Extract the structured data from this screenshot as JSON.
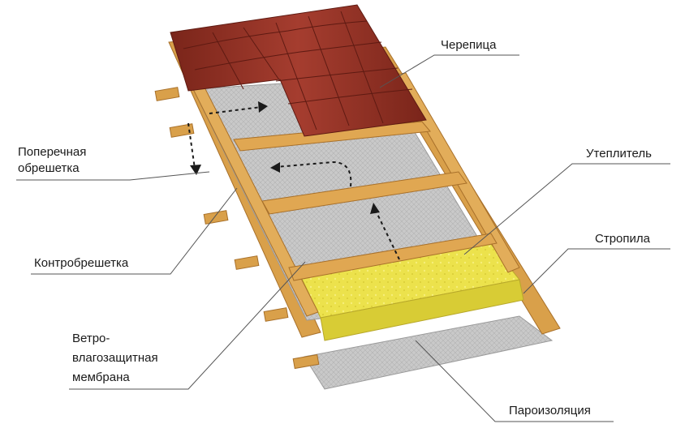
{
  "labels": {
    "tiles": "Черепица",
    "cross_batten_line1": "Поперечная",
    "cross_batten_line2": "обрешетка",
    "insulation": "Утеплитель",
    "rafters": "Стропила",
    "counter_batten": "Контробрешетка",
    "membrane_line1": "Ветро-",
    "membrane_line2": "влагозащитная",
    "membrane_line3": "мембрана",
    "vapor_barrier": "Пароизоляция"
  },
  "colors": {
    "wood": "#d9a04a",
    "wood_dark": "#a8702a",
    "tile": "#8e2f22",
    "tile_light": "#b0473a",
    "membrane": "#c9c9c9",
    "insulation": "#ece24c",
    "arrow": "#1a1a1a"
  }
}
